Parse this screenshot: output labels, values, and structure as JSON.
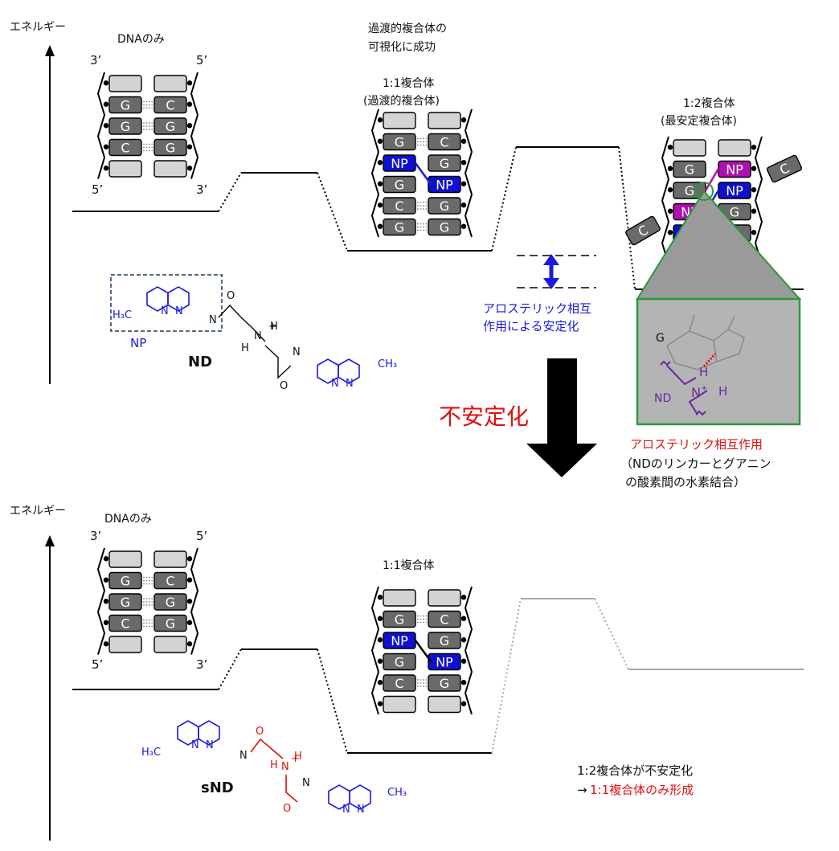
{
  "top": {
    "energy_label": "エネルギー",
    "dna_only": "DNAのみ",
    "strand_3_left": "3’",
    "strand_5_right": "5’",
    "strand_5_left": "5’",
    "strand_3_right": "3’",
    "transient_caption_1": "過渡的複合体の",
    "transient_caption_2": "可視化に成功",
    "complex11_title": "1:1複合体",
    "complex11_sub": "(過渡的複合体)",
    "complex12_title": "1:2複合体",
    "complex12_sub": "(最安定複合体)",
    "allosteric_1": "アロステリック相互",
    "allosteric_2": "作用による安定化",
    "inset_G": "G",
    "inset_ND": "ND",
    "inset_NH": "N",
    "inset_H": "H",
    "inset_plus": "+",
    "allo_title": "アロステリック相互作用",
    "allo_desc_1": "（NDのリンカーとグアニン",
    "allo_desc_2": "の酸素間の水素結合）"
  },
  "molecules": {
    "np_label": "NP",
    "nd_label": "ND",
    "snd_label": "sND",
    "h3c": "H₃C",
    "ch3": "CH₃",
    "n": "N",
    "h": "H",
    "o": "O",
    "nh_plus": "N",
    "plus": "+"
  },
  "center": {
    "destabilize": "不安定化"
  },
  "bottom": {
    "energy_label": "エネルギー",
    "dna_only": "DNAのみ",
    "strand_3_left": "3’",
    "strand_5_right": "5’",
    "strand_5_left": "5’",
    "strand_3_right": "3’",
    "complex11_title": "1:1複合体",
    "result_1": "1:2複合体が不安定化",
    "result_2_arrow": "→",
    "result_2": "1:1複合体のみ形成"
  },
  "bases": {
    "G": "G",
    "C": "C",
    "NP": "NP"
  },
  "colors": {
    "np_blue": "#1010d0",
    "np_magenta": "#b010b0",
    "base_dark": "#6a6a6a",
    "base_light": "#d4d4d4",
    "accent_red": "#e01010",
    "green": "#2a9a3a"
  }
}
